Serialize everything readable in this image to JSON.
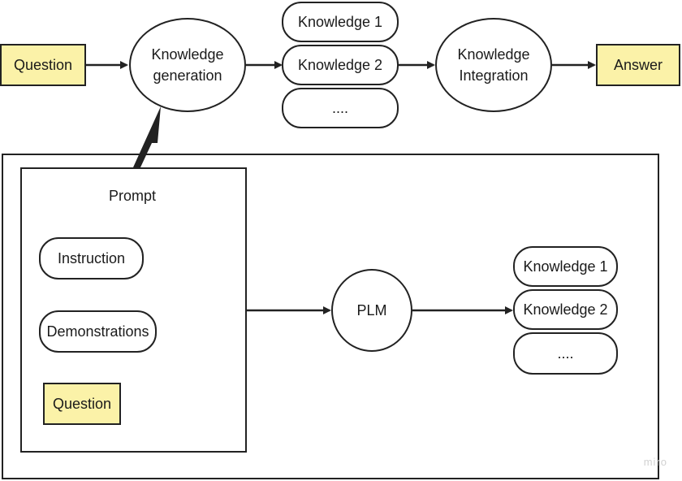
{
  "pipeline": {
    "question": "Question",
    "knowledge_generation": "Knowledge generation",
    "knowledge_items": [
      "Knowledge 1",
      "Knowledge 2",
      "...."
    ],
    "knowledge_integration": "Knowledge Integration",
    "answer": "Answer"
  },
  "detail": {
    "prompt_title": "Prompt",
    "prompt_items": [
      "Instruction",
      "Demonstrations"
    ],
    "prompt_question": "Question",
    "plm": "PLM",
    "output_items": [
      "Knowledge 1",
      "Knowledge 2",
      "...."
    ]
  },
  "watermark": "miro",
  "colors": {
    "highlight_fill": "#fbf2a8",
    "stroke": "#222222"
  }
}
